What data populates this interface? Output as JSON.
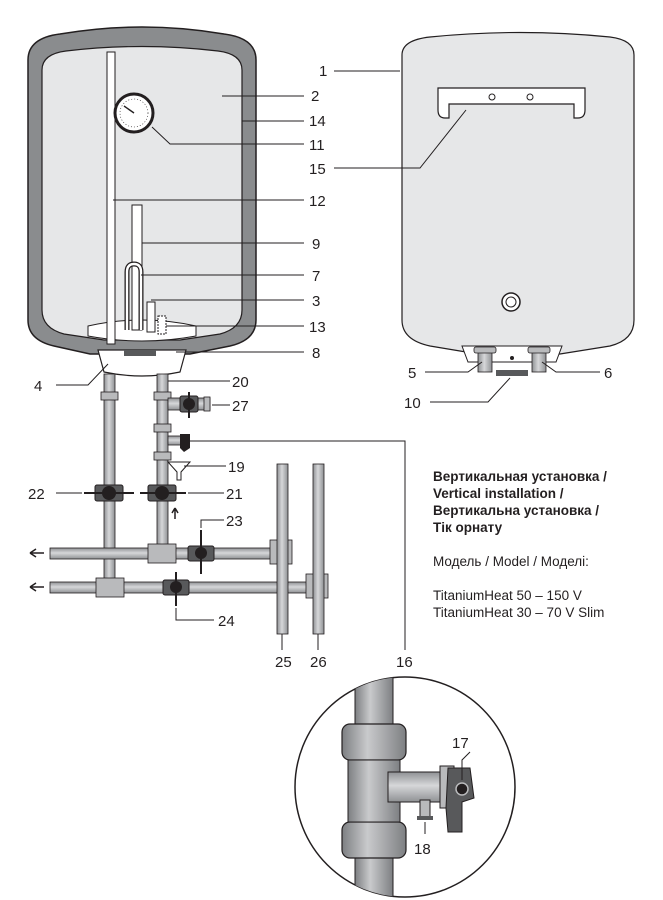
{
  "callouts": {
    "c1": "1",
    "c2": "2",
    "c3": "3",
    "c4": "4",
    "c5": "5",
    "c6": "6",
    "c7": "7",
    "c8": "8",
    "c9": "9",
    "c10": "10",
    "c11": "11",
    "c12": "12",
    "c13": "13",
    "c14": "14",
    "c15": "15",
    "c16": "16",
    "c17": "17",
    "c18": "18",
    "c19": "19",
    "c20": "20",
    "c21": "21",
    "c22": "22",
    "c23": "23",
    "c24": "24",
    "c25": "25",
    "c26": "26",
    "c27": "27"
  },
  "caption": {
    "title_lines": [
      "Вертикальная установка /",
      "Vertical installation /",
      "Вертикальна установка /",
      "Тік орнату"
    ],
    "model_label": "Модель / Model / Моделі:",
    "models": [
      "TitaniumHeat 50 – 150 V",
      "TitaniumHeat 30 – 70 V Slim"
    ]
  },
  "colors": {
    "stroke": "#231f20",
    "tank_shell": "#8a8c8e",
    "tank_inner": "#e6e7e8",
    "pipe": "#b9babc",
    "valve": "#58595b",
    "zoom_pipe": "#9d9fa2"
  }
}
